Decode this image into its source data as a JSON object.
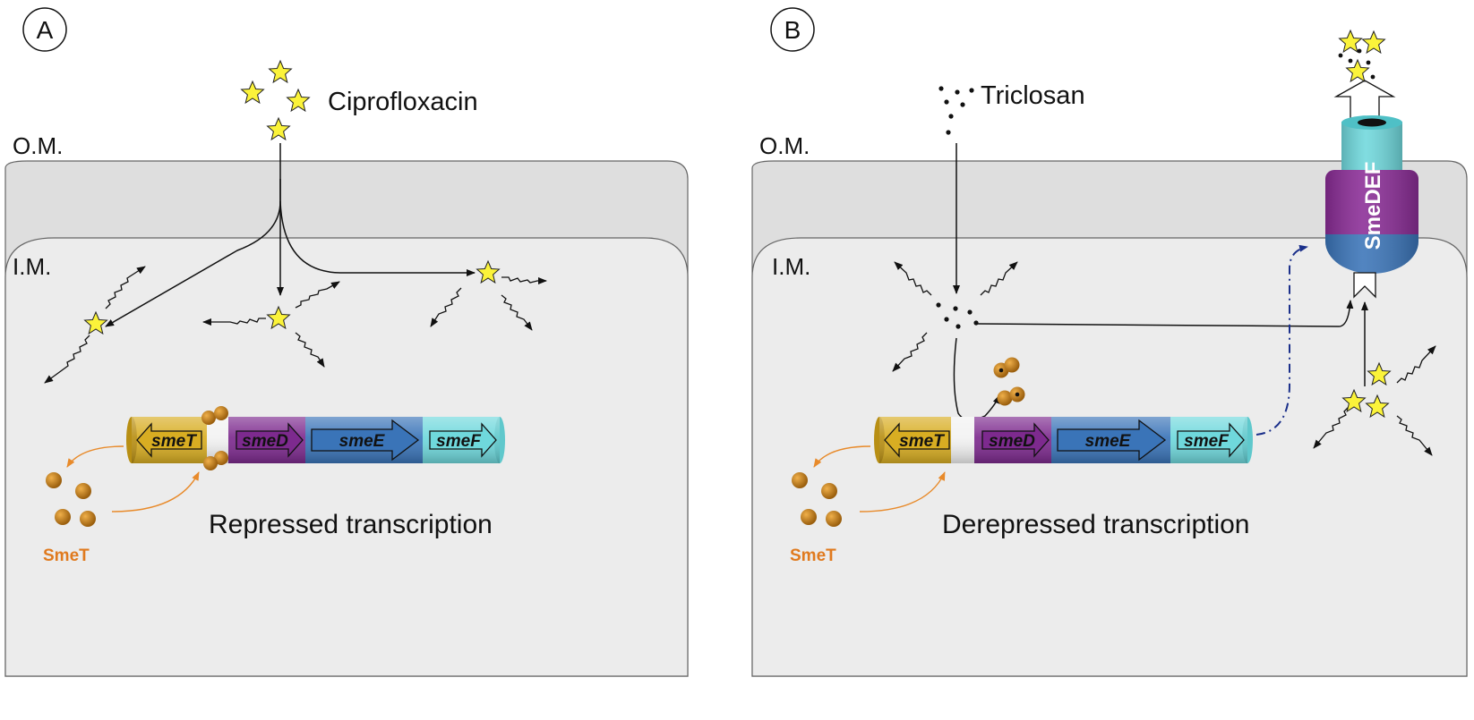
{
  "panels": [
    {
      "letter": "A",
      "outer_membrane": "O.M.",
      "inner_membrane": "I.M.",
      "drug": "Ciprofloxacin",
      "transcription": "Repressed transcription",
      "regulator": "SmeT",
      "genes": [
        "smeT",
        "smeD",
        "smeE",
        "smeF"
      ]
    },
    {
      "letter": "B",
      "outer_membrane": "O.M.",
      "inner_membrane": "I.M.",
      "drug": "Triclosan",
      "transcription": "Derepressed transcription",
      "regulator": "SmeT",
      "genes": [
        "smeT",
        "smeD",
        "smeE",
        "smeF"
      ],
      "pump": "SmeDEF"
    }
  ],
  "colors": {
    "smeT": "#d8ad22",
    "smeD": "#7d2a8e",
    "smeE": "#3a74b8",
    "smeF": "#6fd8dc",
    "regulator_protein": "#c9861b",
    "drug_star": "#fbf33a",
    "pump_top": "#6fd8dc",
    "pump_mid": "#8a2c96",
    "pump_bottom": "#3a74b8",
    "signal_arrow": "#1a2f8a"
  },
  "icons": {
    "drug_A": "star-icon",
    "drug_B": "dot-icon",
    "protein": "sphere-icon"
  }
}
